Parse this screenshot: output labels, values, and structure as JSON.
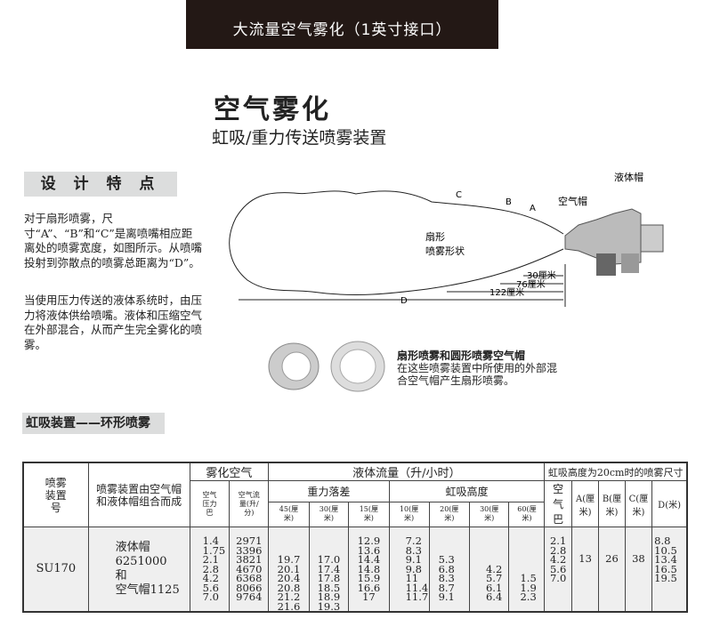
{
  "banner": "大流量空气雾化（1英寸接口）",
  "title": "空气雾化",
  "subtitle": "虹吸/重力传送喷雾装置",
  "design": {
    "heading": "设 计 特 点",
    "para1": "对于扇形喷雾，尺寸“A”、“B”和“C”是离喷嘴相应距离处的喷雾宽度，如图所示。从喷嘴投射到弥散点的喷雾总距离为“D”。",
    "para2": "当使用压力传送的液体系统时，由压力将液体供给喷嘴。液体和压缩空气在外部混合，从而产生完全雾化的喷雾。"
  },
  "diagram": {
    "liquid_cap": "液体帽",
    "air_cap": "空气帽",
    "shape1": "扇形",
    "shape2": "喷雾形状",
    "A": "A",
    "B": "B",
    "C": "C",
    "D": "D",
    "d30": "30厘米",
    "d76": "76厘米",
    "d122": "122厘米"
  },
  "caption": {
    "title": "扇形喷雾和圆形喷雾空气帽",
    "text": "在这些喷雾装置中所使用的外部混合空气帽产生扇形喷雾。"
  },
  "section2": "虹吸装置——环形喷雾",
  "table": {
    "h_model": "喷雾装置号",
    "h_combo": "喷雾装置由空气帽和液体帽组合而成",
    "h_atom": "雾化空气",
    "h_flow": "液体流量（升/小时）",
    "h_size": "虹吸高度为20cm时的喷雾尺寸",
    "h_press": "空气压力巴",
    "h_airflow": "空气流量(升/分)",
    "h_gravity": "重力落差",
    "h_siphon": "虹吸高度",
    "h_g45": "45(厘米)",
    "h_g30": "30(厘米)",
    "h_g15": "15(厘米)",
    "h_s10": "10(厘米)",
    "h_s20": "20(厘米)",
    "h_s30": "30(厘米)",
    "h_s60": "60(厘米)",
    "h_air": "空气巴",
    "h_A": "A(厘米)",
    "h_B": "B(厘米)",
    "h_C": "C(厘米)",
    "h_D": "D(米)",
    "model": "SU170",
    "combo1": "液体帽6251000",
    "combo2": "和",
    "combo3": "空气帽1125",
    "press": [
      "1.4",
      "1.75",
      "2.1",
      "2.8",
      "4.2",
      "5.6",
      "7.0"
    ],
    "airflow": [
      "2971",
      "3396",
      "3821",
      "4670",
      "6368",
      "8066",
      "9764"
    ],
    "g45": [
      "",
      "",
      "19.7",
      "20.1",
      "20.4",
      "20.8",
      "21.2",
      "21.6"
    ],
    "g30": [
      "",
      "",
      "17.0",
      "17.4",
      "17.8",
      "18.5",
      "18.9",
      "19.3"
    ],
    "g15": [
      "12.9",
      "13.6",
      "14.4",
      "14.8",
      "15.9",
      "16.6",
      "17"
    ],
    "s10": [
      "7.2",
      "8.3",
      "9.1",
      "9.8",
      "11",
      "11.4",
      "11.7"
    ],
    "s20": [
      "",
      "",
      "5.3",
      "6.8",
      "8.3",
      "8.7",
      "9.1"
    ],
    "s30": [
      "",
      "",
      "",
      "4.2",
      "5.7",
      "6.1",
      "6.4"
    ],
    "s60": [
      "",
      "",
      "",
      "",
      "1.5",
      "1.9",
      "2.3"
    ],
    "air": [
      "2.1",
      "2.8",
      "4.2",
      "5.6",
      "7.0"
    ],
    "A": "13",
    "B": "26",
    "C": "38",
    "D": [
      "8.8",
      "10.5",
      "13.4",
      "16.5",
      "19.5"
    ]
  }
}
